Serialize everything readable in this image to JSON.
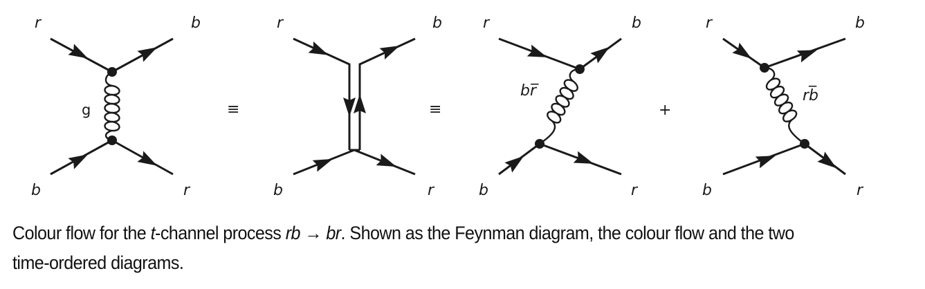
{
  "figure": {
    "diagrams": [
      {
        "id": "feynman",
        "labels": {
          "top_left": "r",
          "top_right": "b",
          "bottom_left": "b",
          "bottom_right": "r",
          "propagator": "g"
        }
      },
      {
        "id": "colour-flow",
        "labels": {
          "top_left": "r",
          "top_right": "b",
          "bottom_left": "b",
          "bottom_right": "r"
        }
      },
      {
        "id": "time-ordered-1",
        "labels": {
          "top_left": "r",
          "top_right": "b",
          "bottom_left": "b",
          "bottom_right": "r",
          "propagator_1": "b",
          "propagator_2": "r̅"
        }
      },
      {
        "id": "time-ordered-2",
        "labels": {
          "top_left": "r",
          "top_right": "b",
          "bottom_left": "b",
          "bottom_right": "r",
          "propagator_1": "r",
          "propagator_2": "b̅"
        }
      }
    ],
    "operators": [
      "≡",
      "≡",
      "+"
    ]
  },
  "caption": {
    "part1": "Colour flow for the ",
    "t": "t",
    "part2": "-channel process ",
    "rb": "rb",
    "arrow": " → ",
    "br": "br",
    "part3": ". Shown as the Feynman diagram, the colour flow and the two",
    "line2": "time-ordered diagrams."
  }
}
